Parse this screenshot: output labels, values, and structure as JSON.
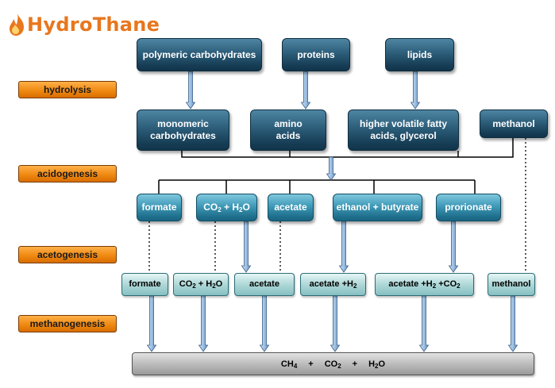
{
  "logo": {
    "text": "HydroThane"
  },
  "stages": {
    "hydrolysis": "hydrolysis",
    "acidogenesis": "acidogenesis",
    "acetogenesis": "acetogenesis",
    "methanogenesis": "methanogenesis"
  },
  "substrates": {
    "carbohydrates": "polymeric carbohydrates",
    "proteins": "proteins",
    "lipids": "lipids"
  },
  "hydrolysis_products": {
    "monomeric_line1": "monomeric",
    "monomeric_line2": "carbohydrates",
    "amino_line1": "amino",
    "amino_line2": "acids",
    "fatty_line1": "higher volatile fatty",
    "fatty_line2": "acids, glycerol",
    "methanol": "methanol"
  },
  "acidogenesis_products": {
    "formate": "formate",
    "co2_h2o_part1": "CO",
    "co2_h2o_sub1": "2",
    "co2_h2o_part2": " + H",
    "co2_h2o_sub2": "2",
    "co2_h2o_part3": "O",
    "acetate": "acetate",
    "ethanol_butyrate": "ethanol + butyrate",
    "prorionate": "prorionate"
  },
  "acetogenesis_products": {
    "formate": "formate",
    "co2_h2o_part1": "CO",
    "co2_h2o_sub1": "2",
    "co2_h2o_part2": " + H",
    "co2_h2o_sub2": "2",
    "co2_h2o_part3": "O",
    "acetate": "acetate",
    "acetate_h2_part1": "acetate +H",
    "acetate_h2_sub1": "2",
    "acetate_h2_co2_part1": "acetate +H",
    "acetate_h2_co2_sub1": "2",
    "acetate_h2_co2_part2": " +CO",
    "acetate_h2_co2_sub2": "2",
    "methanol": "methanol"
  },
  "final_products": {
    "ch4_main": "CH",
    "ch4_sub": "4",
    "plus1": "+",
    "co2_main": "CO",
    "co2_sub": "2",
    "plus2": "+",
    "h2o_main": "H",
    "h2o_sub": "2",
    "h2o_end": "O"
  },
  "colors": {
    "logo": "#e8771e",
    "stage_fill": "#f08a12",
    "dark_node": "#2c5d79",
    "light_node": "#b3dada",
    "arrow_fill": "#a8c8e8",
    "arrow_outline": "#3a5f88",
    "bar_fill": "#bcbcbc"
  }
}
